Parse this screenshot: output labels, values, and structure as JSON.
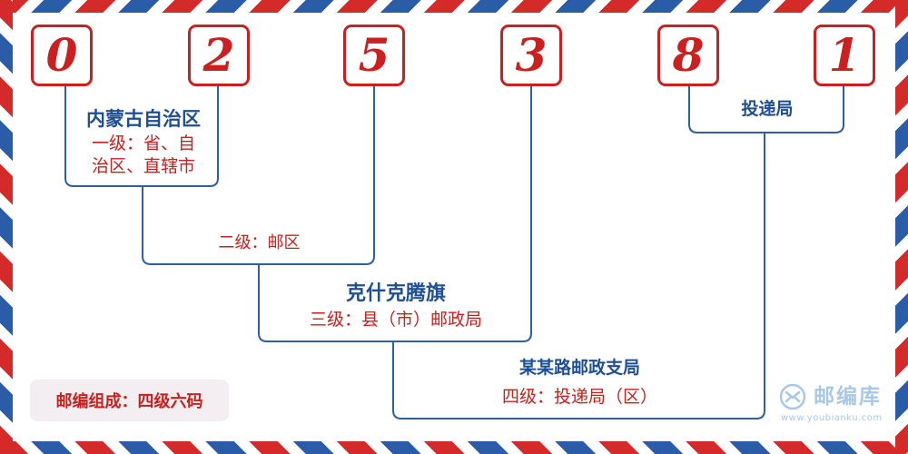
{
  "digits": [
    "0",
    "2",
    "5",
    "3",
    "8",
    "1"
  ],
  "level1": {
    "region": "内蒙古自治区",
    "desc_line1": "一级：省、自",
    "desc_line2": "治区、直辖市"
  },
  "level2": {
    "desc": "二级：邮区"
  },
  "level3": {
    "region": "克什克腾旗",
    "desc": "三级：县（市）邮政局"
  },
  "level4": {
    "region": "某某路邮政支局",
    "desc": "四级：投递局（区）"
  },
  "delivery": {
    "label": "投递局"
  },
  "legend": {
    "text": "邮编组成：四级六码"
  },
  "brand": {
    "name": "邮编库",
    "url": "www.youbianku.com"
  },
  "colors": {
    "red": "#cc1f1f",
    "blue": "#1f4f93",
    "airmail_red": "#d52a2a",
    "airmail_blue": "#2a5ca8"
  }
}
